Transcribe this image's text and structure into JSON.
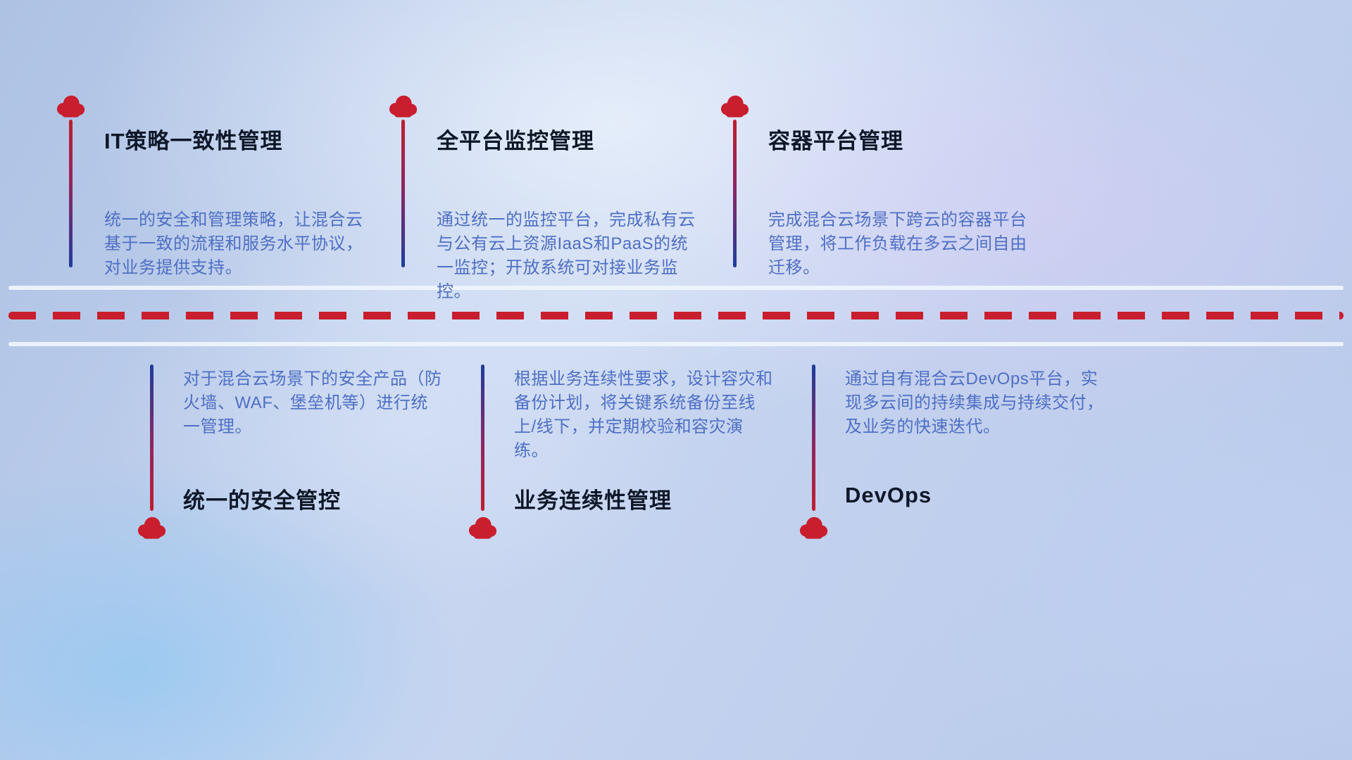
{
  "diagram": {
    "name": "hybrid-cloud-management-capabilities",
    "colors": {
      "accent_red": "#c81e2e",
      "line_blue": "#1d3d9c",
      "description_blue": "#4f6fc4",
      "title_color": "#0d1728",
      "divider_solid": "#f0f6fd",
      "background_base": "#b9cbe9"
    }
  },
  "items": {
    "top": [
      {
        "title": "IT策略一致性管理",
        "description": "统一的安全和管理策略，让混合云基于一致的流程和服务水平协议，对业务提供支持。"
      },
      {
        "title": "全平台监控管理",
        "description": "通过统一的监控平台，完成私有云与公有云上资源IaaS和PaaS的统一监控；开放系统可对接业务监控。"
      },
      {
        "title": "容器平台管理",
        "description": "完成混合云场景下跨云的容器平台管理，将工作负载在多云之间自由迁移。"
      }
    ],
    "bottom": [
      {
        "title": "统一的安全管控",
        "description": "对于混合云场景下的安全产品（防火墙、WAF、堡垒机等）进行统一管理。"
      },
      {
        "title": "业务连续性管理",
        "description": "根据业务连续性要求，设计容灾和备份计划，将关键系统备份至线上/线下，并定期校验和容灾演练。"
      },
      {
        "title": "DevOps",
        "description": "通过自有混合云DevOps平台，实现多云间的持续集成与持续交付，及业务的快速迭代。"
      }
    ]
  }
}
